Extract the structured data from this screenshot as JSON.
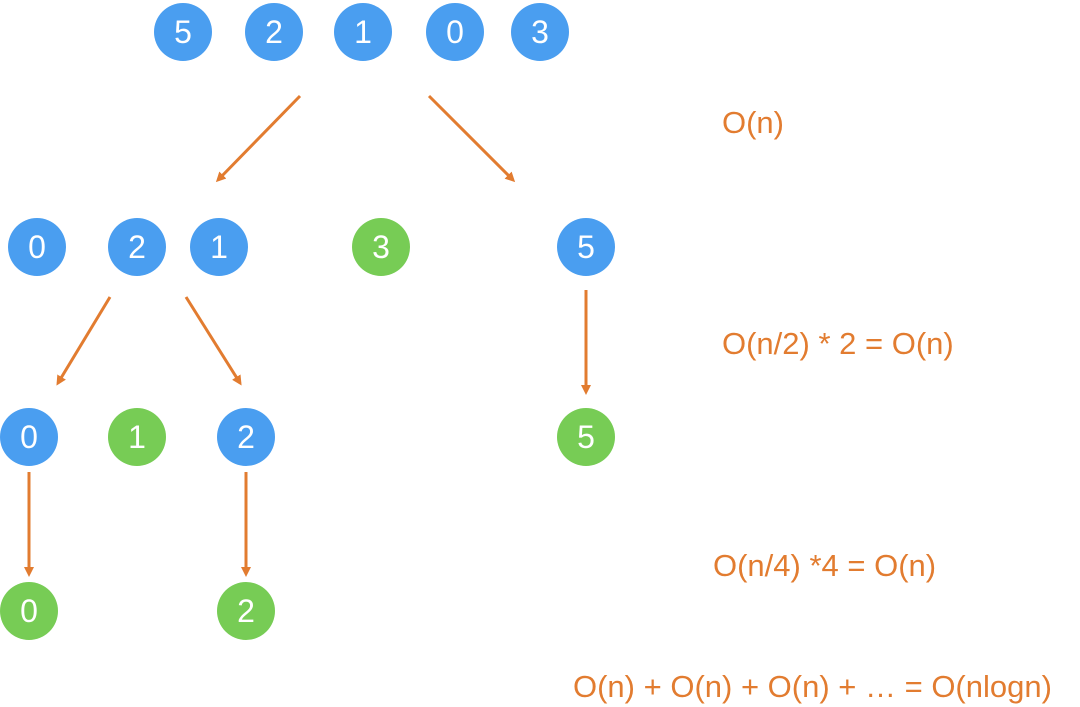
{
  "colors": {
    "pending_node": "#4a9ef0",
    "pivot_node": "#77cc55",
    "arrow": "#e27c30",
    "annotation_text": "#e27c30"
  },
  "levels": [
    {
      "nodes": [
        {
          "value": "5",
          "state": "pending"
        },
        {
          "value": "2",
          "state": "pending"
        },
        {
          "value": "1",
          "state": "pending"
        },
        {
          "value": "0",
          "state": "pending"
        },
        {
          "value": "3",
          "state": "pending"
        }
      ]
    },
    {
      "nodes": [
        {
          "value": "0",
          "state": "pending"
        },
        {
          "value": "2",
          "state": "pending"
        },
        {
          "value": "1",
          "state": "pending"
        },
        {
          "value": "3",
          "state": "pivot"
        },
        {
          "value": "5",
          "state": "pending"
        }
      ]
    },
    {
      "nodes": [
        {
          "value": "0",
          "state": "pending"
        },
        {
          "value": "1",
          "state": "pivot"
        },
        {
          "value": "2",
          "state": "pending"
        },
        {
          "value": "5",
          "state": "pivot"
        }
      ]
    },
    {
      "nodes": [
        {
          "value": "0",
          "state": "pivot"
        },
        {
          "value": "2",
          "state": "pivot"
        }
      ]
    }
  ],
  "annotations": {
    "level_1": "O(n)",
    "level_2": "O(n/2) * 2 = O(n)",
    "level_3": "O(n/4) *4 = O(n)",
    "total": "O(n) + O(n) + O(n) + … = O(nlogn)"
  }
}
